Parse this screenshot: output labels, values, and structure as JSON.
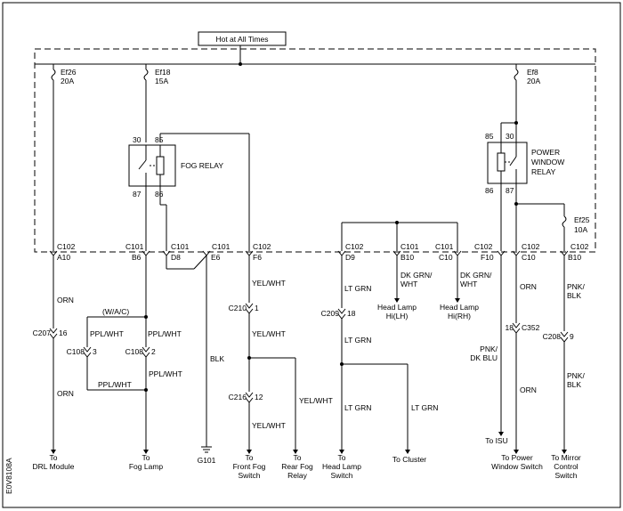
{
  "title": "Hot at All Times",
  "side_code": "E0V8108A",
  "fuses": {
    "ef26": {
      "name": "Ef26",
      "rating": "20A"
    },
    "ef18": {
      "name": "Ef18",
      "rating": "15A"
    },
    "ef8": {
      "name": "Ef8",
      "rating": "20A"
    },
    "ef25": {
      "name": "Ef25",
      "rating": "10A"
    }
  },
  "fog_relay": {
    "label": "FOG RELAY",
    "pins": {
      "p30": "30",
      "p85": "85",
      "p87": "87",
      "p86": "86"
    }
  },
  "power_window_relay": {
    "label": [
      "POWER",
      "WINDOW",
      "RELAY"
    ],
    "pins": {
      "p85": "85",
      "p30": "30",
      "p86": "86",
      "p87": "87"
    }
  },
  "connectors": {
    "c102_a": "C102",
    "a10": "A10",
    "c101_b": "C101",
    "b6": "B6",
    "c101_d": "C101",
    "d8": "D8",
    "c101_e": "C101",
    "e6": "E6",
    "c102_f": "C102",
    "f6": "F6",
    "c102_d": "C102",
    "d9": "D9",
    "c101_bb": "C101",
    "b10a": "B10",
    "c101_c": "C101",
    "c10a": "C10",
    "c102_f10": "C102",
    "f10": "F10",
    "c102_c10": "C102",
    "c10b": "C10",
    "c102_b10": "C102",
    "b10b": "B10"
  },
  "inline_connectors": {
    "c207": {
      "name": "C207",
      "pin": "16"
    },
    "c108a": {
      "name": "C108",
      "pin": "3"
    },
    "c108b": {
      "name": "C108",
      "pin": "2"
    },
    "c210": {
      "name": "C210",
      "pin": "1"
    },
    "c216": {
      "name": "C216",
      "pin": "12"
    },
    "c209": {
      "name": "C209",
      "pin": "18"
    },
    "c352": {
      "name": "C352",
      "pin": "18"
    },
    "c208": {
      "name": "C208",
      "pin": "9"
    }
  },
  "wires": {
    "orn_1": "ORN",
    "orn_2": "ORN",
    "wac": "(W/A/C)",
    "ppl_wht_1": "PPL/WHT",
    "ppl_wht_2": "PPL/WHT",
    "ppl_wht_3": "PPL/WHT",
    "ppl_wht_4": "PPL/WHT",
    "blk": "BLK",
    "yel_wht_1": "YEL/WHT",
    "yel_wht_2": "YEL/WHT",
    "yel_wht_3": "YEL/WHT",
    "yel_wht_4": "YEL/WHT",
    "lt_grn_1": "LT GRN",
    "lt_grn_2": "LT GRN",
    "lt_grn_3": "LT GRN",
    "lt_grn_4": "LT GRN",
    "dkgrn_l1": "DK GRN/",
    "dkgrn_l2": "WHT",
    "dkgrn_r1": "DK GRN/",
    "dkgrn_r2": "WHT",
    "pnk_dkblu_1": "PNK/",
    "pnk_dkblu_2": "DK BLU",
    "orn_3": "ORN",
    "orn_4": "ORN",
    "pnk_blk_1a": "PNK/",
    "pnk_blk_1b": "BLK",
    "pnk_blk_2a": "PNK/",
    "pnk_blk_2b": "BLK"
  },
  "destinations": {
    "drl": [
      "To",
      "DRL Module"
    ],
    "fog_lamp": [
      "To",
      "Fog Lamp"
    ],
    "g101": [
      "G101"
    ],
    "front_fog": [
      "To",
      "Front Fog",
      "Switch"
    ],
    "rear_fog": [
      "To",
      "Rear Fog",
      "Relay"
    ],
    "head_lamp_switch": [
      "To",
      "Head Lamp",
      "Switch"
    ],
    "cluster": [
      "To Cluster"
    ],
    "head_lamp_lh": [
      "Head Lamp",
      "Hi(LH)"
    ],
    "head_lamp_rh": [
      "Head Lamp",
      "Hi(RH)"
    ],
    "isu": [
      "To ISU"
    ],
    "power_window_switch": [
      "To Power",
      "Window Switch"
    ],
    "mirror_switch": [
      "To Mirror",
      "Control",
      "Switch"
    ]
  }
}
